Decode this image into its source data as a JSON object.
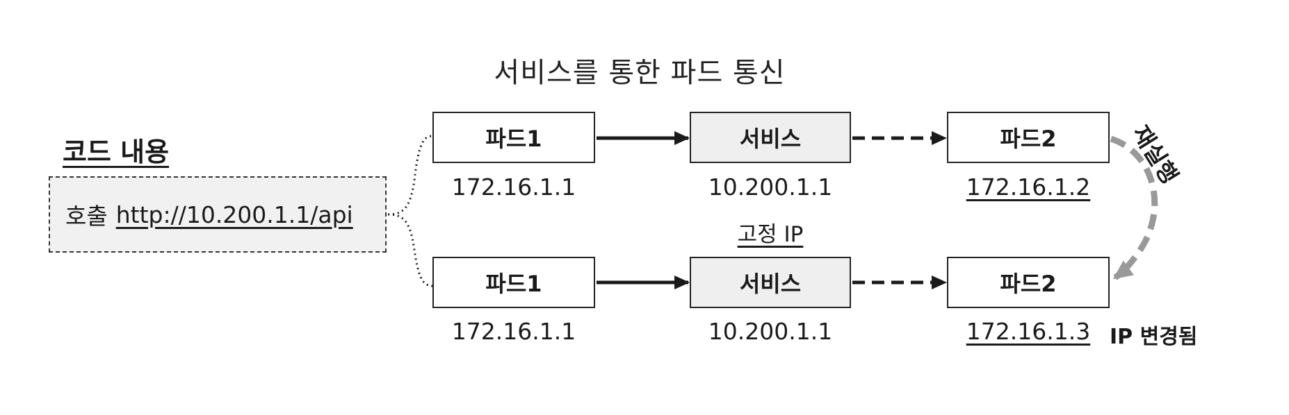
{
  "title": "서비스를 통한 파드 통신",
  "code": {
    "heading": "코드 내용",
    "call_label": "호출",
    "url": "http://10.200.1.1/api"
  },
  "top_row": {
    "pod1": {
      "label": "파드1",
      "ip": "172.16.1.1"
    },
    "service": {
      "label": "서비스",
      "ip": "10.200.1.1"
    },
    "pod2": {
      "label": "파드2",
      "ip": "172.16.1.2"
    }
  },
  "bottom_row": {
    "pod1": {
      "label": "파드1",
      "ip": "172.16.1.1"
    },
    "service": {
      "label": "서비스",
      "ip": "10.200.1.1"
    },
    "pod2": {
      "label": "파드2",
      "ip": "172.16.1.3"
    }
  },
  "annotations": {
    "fixed_ip": "고정 IP",
    "restart": "재실행",
    "ip_changed": "IP 변경됨"
  },
  "colors": {
    "line": "#1a1a1a",
    "restart_arrow": "#999999",
    "service_fill": "#efefef",
    "code_box_fill": "#f1f1f1"
  }
}
